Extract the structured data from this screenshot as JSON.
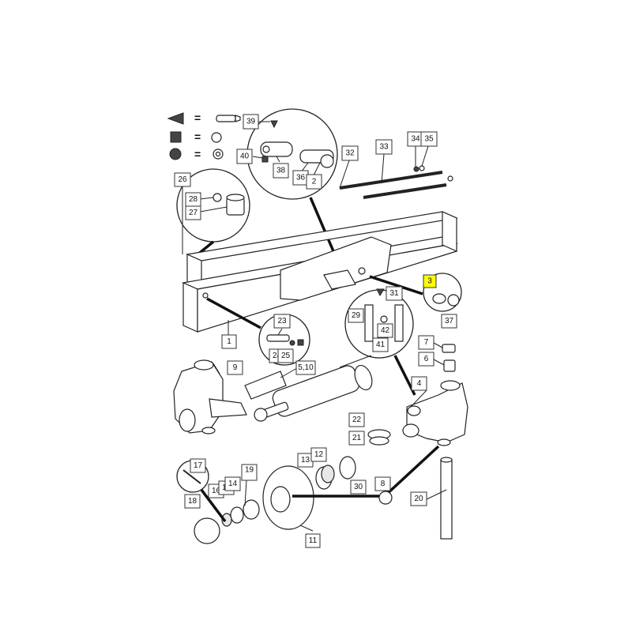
{
  "legend": {
    "rows": [
      {
        "symbol": "triangle-icon",
        "equals": "="
      },
      {
        "symbol": "square-icon",
        "equals": "="
      },
      {
        "symbol": "circle-icon",
        "equals": "="
      }
    ]
  },
  "callouts": [
    {
      "id": "c39",
      "label": "39"
    },
    {
      "id": "c40",
      "label": "40"
    },
    {
      "id": "c38",
      "label": "38"
    },
    {
      "id": "c36",
      "label": "36"
    },
    {
      "id": "c2",
      "label": "2"
    },
    {
      "id": "c32",
      "label": "32"
    },
    {
      "id": "c33",
      "label": "33"
    },
    {
      "id": "c34",
      "label": "34"
    },
    {
      "id": "c35",
      "label": "35"
    },
    {
      "id": "c26",
      "label": "26"
    },
    {
      "id": "c28",
      "label": "28"
    },
    {
      "id": "c27",
      "label": "27"
    },
    {
      "id": "c3",
      "label": "3",
      "highlight": true
    },
    {
      "id": "c37",
      "label": "37"
    },
    {
      "id": "c31",
      "label": "31"
    },
    {
      "id": "c29",
      "label": "29"
    },
    {
      "id": "c42",
      "label": "42"
    },
    {
      "id": "c41",
      "label": "41"
    },
    {
      "id": "c23",
      "label": "23"
    },
    {
      "id": "c24",
      "label": "24"
    },
    {
      "id": "c25",
      "label": "25"
    },
    {
      "id": "c1",
      "label": "1"
    },
    {
      "id": "c7",
      "label": "7"
    },
    {
      "id": "c6",
      "label": "6"
    },
    {
      "id": "c9",
      "label": "9"
    },
    {
      "id": "c510",
      "label": "5,10"
    },
    {
      "id": "c4",
      "label": "4"
    },
    {
      "id": "c22",
      "label": "22"
    },
    {
      "id": "c21",
      "label": "21"
    },
    {
      "id": "c17",
      "label": "17"
    },
    {
      "id": "c19",
      "label": "19"
    },
    {
      "id": "c13",
      "label": "13"
    },
    {
      "id": "c12",
      "label": "12"
    },
    {
      "id": "c16",
      "label": "16"
    },
    {
      "id": "c15",
      "label": "15"
    },
    {
      "id": "c14",
      "label": "14"
    },
    {
      "id": "c30",
      "label": "30"
    },
    {
      "id": "c8",
      "label": "8"
    },
    {
      "id": "c20",
      "label": "20"
    },
    {
      "id": "c18",
      "label": "18"
    },
    {
      "id": "c11",
      "label": "11"
    }
  ],
  "colors": {
    "highlight": "#ffff00",
    "line": "#222222"
  }
}
